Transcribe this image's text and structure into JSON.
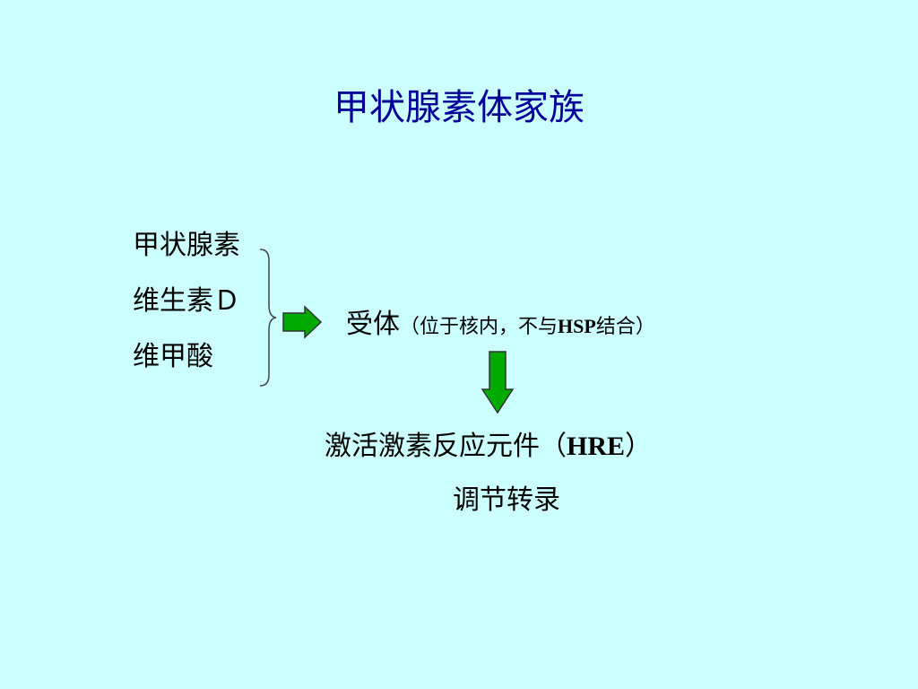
{
  "title": "甲状腺素体家族",
  "hormones": [
    "甲状腺素",
    "维生素Ｄ",
    "维甲酸"
  ],
  "receptor": {
    "label": "受体",
    "note_open": "（位于核内，不与",
    "note_latin": "HSP",
    "note_close": "结合）"
  },
  "response_element": {
    "text": "激活激素反应元件（",
    "latin": "HRE",
    "close": "）"
  },
  "transcription": "调节转录",
  "colors": {
    "background": "#ccffff",
    "title": "#000099",
    "arrow_fill": "#00aa00",
    "arrow_stroke": "#333333"
  }
}
